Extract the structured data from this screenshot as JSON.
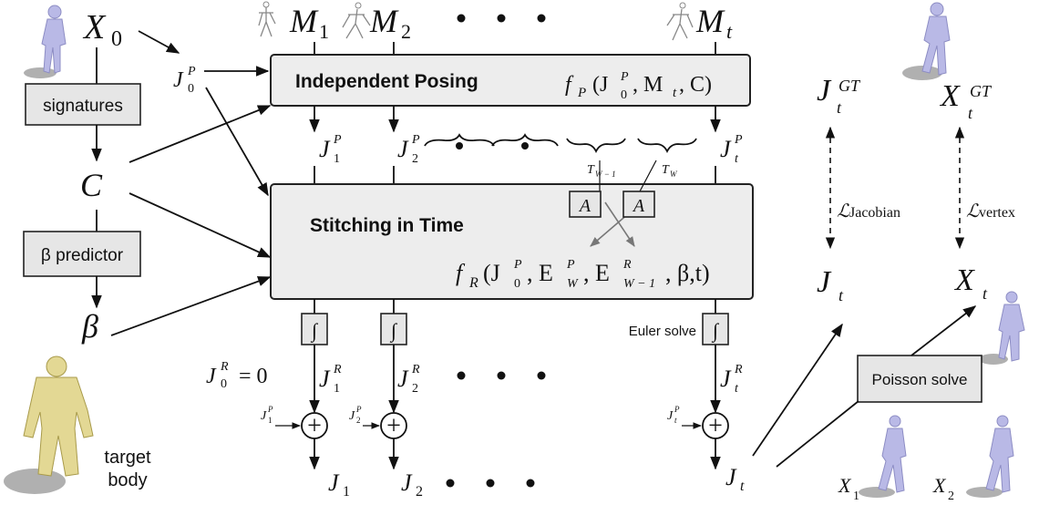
{
  "labels": {
    "independent_posing": "Independent Posing",
    "stitching": "Stitching in Time",
    "signatures": "signatures",
    "beta_predictor": "β predictor",
    "euler_solve": "Euler solve",
    "poisson_solve": "Poisson solve",
    "target": "target",
    "body": "body"
  },
  "symbols": {
    "X": "X",
    "sub0": "0",
    "M": "M",
    "sub1": "1",
    "sub2": "2",
    "subt": "t",
    "J": "J",
    "P": "P",
    "R": "R",
    "C": "C",
    "beta": "β",
    "eq0": "= 0",
    "f": "f",
    "E": "E",
    "W": "W",
    "Wm1": "W − 1",
    "A": "A",
    "TW": "T",
    "GT": "GT",
    "L": "ℒ",
    "jacobian": "Jacobian",
    "vertex": "vertex",
    "plus": "+",
    "integral": "∫",
    "fP_args_a": "(J",
    "fP_args_b": ", M",
    "fP_args_c": ", C)",
    "fR_args_a": "(J",
    "fR_args_b": ", E",
    "fR_args_c": ", E",
    "fR_args_d": ", β,t)"
  },
  "ellipsis": "• • •",
  "colors": {
    "box_fill": "#ededed",
    "human": "#b9b9e6",
    "target_body": "#e3d894"
  },
  "icons": [
    "source-human-icon",
    "target-body-icon",
    "skeleton-icon",
    "human-figure-icon",
    "plus-circle-icon",
    "integral-icon"
  ]
}
